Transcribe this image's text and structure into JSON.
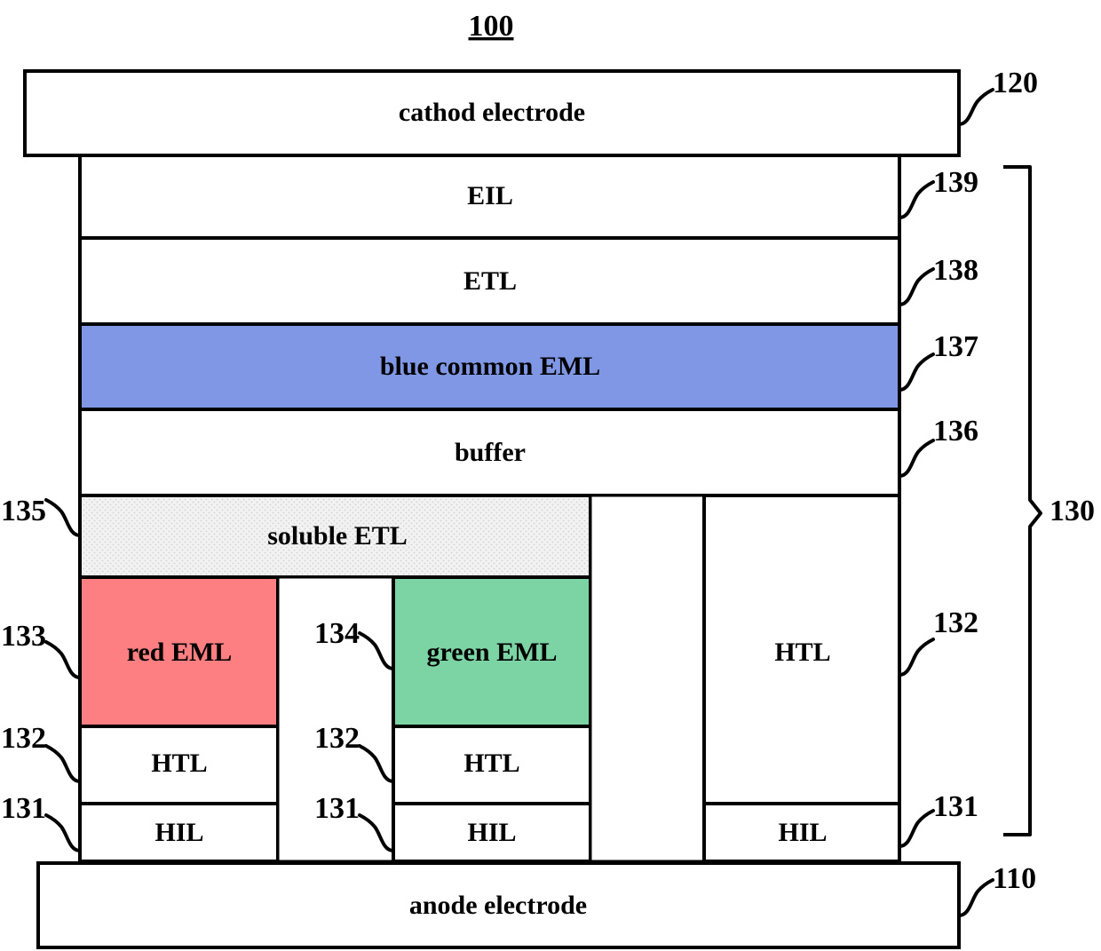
{
  "figure": {
    "title": "100",
    "title_underlined": true
  },
  "colors": {
    "blue_eml": "#7f97e5",
    "red_eml": "#fd7f82",
    "green_eml": "#7cd3a4",
    "soluble_etl": "#efefef",
    "plain": "#ffffff",
    "stroke": "#000000"
  },
  "layers": {
    "cathode": {
      "label": "cathod electrode",
      "ref": "120"
    },
    "eil": {
      "label": "EIL",
      "ref": "139"
    },
    "etl": {
      "label": "ETL",
      "ref": "138"
    },
    "blue_eml": {
      "label": "blue common EML",
      "ref": "137"
    },
    "buffer": {
      "label": "buffer",
      "ref": "136"
    },
    "soluble_etl": {
      "label": "soluble ETL",
      "ref": "135"
    },
    "red_eml": {
      "label": "red EML",
      "ref": "133"
    },
    "green_eml": {
      "label": "green EML",
      "ref": "134"
    },
    "htl_red": {
      "label": "HTL",
      "ref": "132"
    },
    "htl_green": {
      "label": "HTL",
      "ref": "132"
    },
    "htl_blue": {
      "label": "HTL",
      "ref": "132"
    },
    "hil_red": {
      "label": "HIL",
      "ref": "131"
    },
    "hil_green": {
      "label": "HIL",
      "ref": "131"
    },
    "hil_blue": {
      "label": "HIL",
      "ref": "131"
    },
    "anode": {
      "label": "anode electrode",
      "ref": "110"
    },
    "organic_stack": {
      "ref": "130"
    }
  },
  "reference_numerals": {
    "right_side": [
      "120",
      "139",
      "138",
      "137",
      "136",
      "132",
      "131",
      "110",
      "130"
    ],
    "left_side": [
      "135",
      "133",
      "132",
      "131"
    ],
    "middle": [
      "134",
      "132",
      "131"
    ]
  }
}
